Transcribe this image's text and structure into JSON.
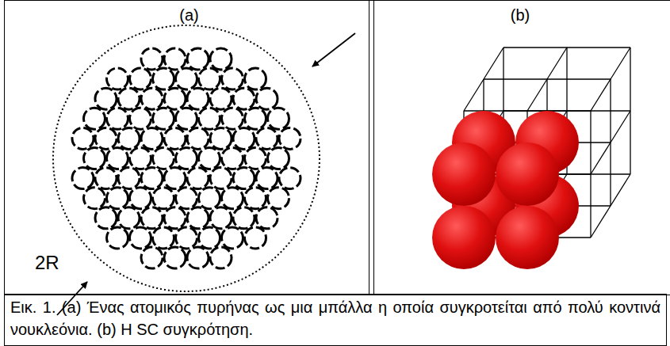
{
  "diagram": {
    "caption": "Εικ. 1. (a) Ένας ατομικός πυρήνας ως μια μπάλλα η οποία συγκροτείται από πολύ κοντινά νουκλεόνια.   (b) Η SC συγκρότηση.",
    "nodes": [
      {
        "text": [
          "(a)"
        ]
      },
      {
        "text": [
          "(b)"
        ]
      }
    ],
    "labels": [
      "2R"
    ]
  }
}
